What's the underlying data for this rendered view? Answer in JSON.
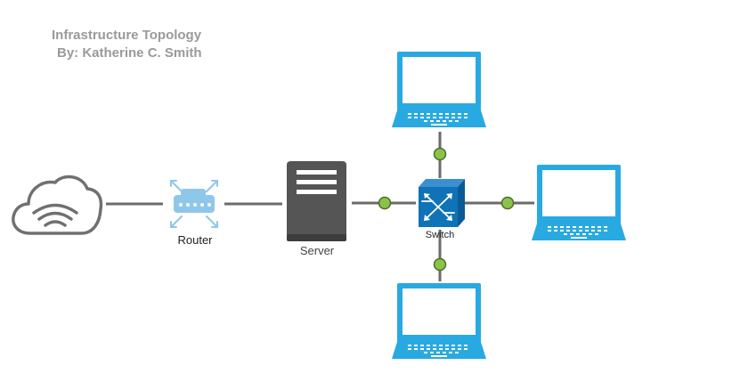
{
  "title": {
    "line1": "Infrastructure Topology",
    "line2": "By: Katherine C. Smith"
  },
  "nodes": {
    "cloud": {
      "icon": "cloud-wifi-icon"
    },
    "router": {
      "label": "Router",
      "icon": "router-icon"
    },
    "server": {
      "label": "Server",
      "icon": "server-icon"
    },
    "switch": {
      "label": "Switch",
      "icon": "switch-icon"
    },
    "laptops": [
      {
        "position": "top",
        "icon": "laptop-icon"
      },
      {
        "position": "right",
        "icon": "laptop-icon"
      },
      {
        "position": "bottom",
        "icon": "laptop-icon"
      }
    ]
  },
  "colors": {
    "title": "#9a9a9a",
    "connector": "#6b6b6b",
    "junction": "#8bc34a",
    "laptop": "#29a9e1",
    "switch": "#0f73b6",
    "server": "#555555",
    "router": "#8fc7ea",
    "cloud": "#707070"
  }
}
